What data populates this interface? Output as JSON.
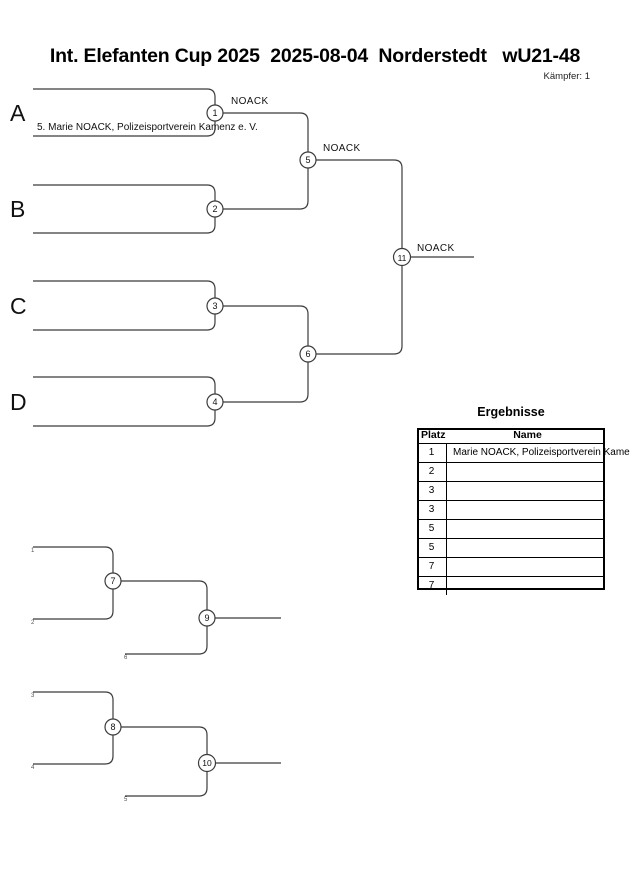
{
  "header": {
    "title": "Int. Elefanten Cup 2025  2025-08-04  Norderstedt   wU21-48",
    "fighter_count": "Kämpfer: 1"
  },
  "main_bracket": {
    "pools": [
      {
        "letter": "A",
        "entry": "5. Marie NOACK, Polizeisportverein Kamenz e. V."
      },
      {
        "letter": "B",
        "entry": ""
      },
      {
        "letter": "C",
        "entry": ""
      },
      {
        "letter": "D",
        "entry": ""
      }
    ],
    "matches": {
      "m1": {
        "number": "1",
        "winner": "NOACK"
      },
      "m2": {
        "number": "2",
        "winner": ""
      },
      "m3": {
        "number": "3",
        "winner": ""
      },
      "m4": {
        "number": "4",
        "winner": ""
      },
      "m5": {
        "number": "5",
        "winner": "NOACK"
      },
      "m6": {
        "number": "6",
        "winner": ""
      },
      "m11": {
        "number": "11",
        "winner": "NOACK"
      }
    }
  },
  "repechage": {
    "matches": {
      "m7": {
        "number": "7"
      },
      "m8": {
        "number": "8"
      },
      "m9": {
        "number": "9"
      },
      "m10": {
        "number": "10"
      }
    },
    "slots": [
      "1",
      "2",
      "6",
      "3",
      "4",
      "5"
    ]
  },
  "results": {
    "title": "Ergebnisse",
    "columns": [
      "Platz",
      "Name"
    ],
    "rows": [
      {
        "platz": "1",
        "name": "Marie NOACK, Polizeisportverein Kamenz e. V."
      },
      {
        "platz": "2",
        "name": ""
      },
      {
        "platz": "3",
        "name": ""
      },
      {
        "platz": "3",
        "name": ""
      },
      {
        "platz": "5",
        "name": ""
      },
      {
        "platz": "5",
        "name": ""
      },
      {
        "platz": "7",
        "name": ""
      },
      {
        "platz": "7",
        "name": ""
      }
    ]
  },
  "colors": {
    "line": "#3b3b3b",
    "table_border": "#000000"
  }
}
